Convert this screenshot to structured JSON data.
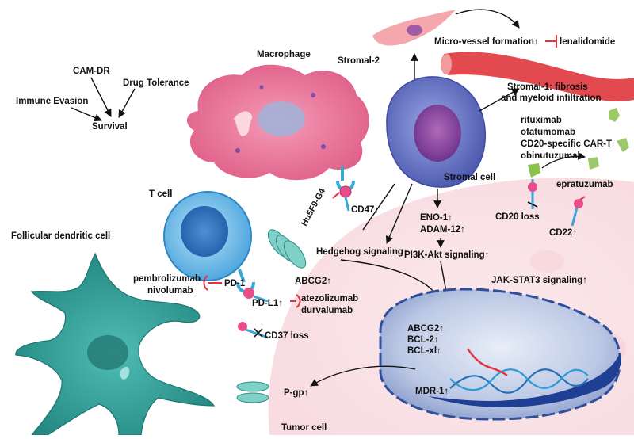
{
  "survival": {
    "immune_evasion": "Immune Evasion",
    "cam_dr": "CAM-DR",
    "drug_tolerance": "Drug Tolerance",
    "survival": "Survival"
  },
  "cells": {
    "macrophage": "Macrophage",
    "stromal_2": "Stromal-2",
    "stromal_1_line1": "Stromal-1: fibrosis",
    "stromal_1_line2": "and myeloid infiltration",
    "stromal_cell": "Stromal cell",
    "t_cell": "T cell",
    "follicular_dc": "Follicular dendritic cell",
    "tumor_cell": "Tumor cell"
  },
  "labels": {
    "micro_vessel": "Micro-vessel formation↑",
    "lenalidomide": "lenalidomide",
    "rituximab": "rituximab",
    "ofatumomab": "ofatumomab",
    "car_t": "CD20-specific CAR-T",
    "obinutuzumab": "obinutuzumab",
    "epratuzumab": "epratuzumab",
    "cd20_loss": "CD20 loss",
    "cd22": "CD22↑",
    "hu5f9": "Hu5F9-G4",
    "cd47": "CD47↑",
    "eno1": "ENO-1↑",
    "adam12": "ADAM-12↑",
    "pi3k": "PI3K-Akt signaling↑",
    "hedgehog": "Hedgehog signaling↑",
    "abcg2_membrane": "ABCG2↑",
    "jak_stat3": "JAK-STAT3 signaling↑",
    "pembrolizumab": "pembrolizumab",
    "nivolumab": "nivolumab",
    "pd1": "PD-1",
    "pdl1": "PD-L1↑",
    "atezolizumab": "atezolizumab",
    "durvalumab": "durvalumab",
    "cd37_loss": "CD37 loss",
    "abcg2_nucleus": "ABCG2↑",
    "bcl2": "BCL-2↑",
    "bclxl": "BCL-xl↑",
    "mdr1": "MDR-1↑",
    "pgp": "P-gp↑"
  },
  "colors": {
    "macrophage": "#e46a8f",
    "stromal": "#5561b0",
    "t_cell": "#5aaee0",
    "dendritic": "#2f9c96",
    "tumor_bg": "#fbe4e7",
    "nucleus": "#3a56a0",
    "inhibition": "#e0333c",
    "receptor": "#3aa7d6",
    "ligand": "#e84d8a",
    "antibody": "#8bc34a"
  }
}
